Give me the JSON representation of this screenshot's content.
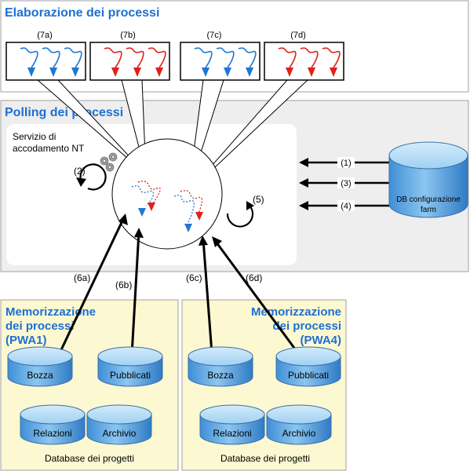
{
  "sections": {
    "elaborazione": {
      "title": "Elaborazione dei processi"
    },
    "polling": {
      "title": "Polling dei processi",
      "service_line1": "Servizio di",
      "service_line2": "accodamento NT"
    },
    "memo_left": {
      "title_line1": "Memorizzazione",
      "title_line2": "dei processi",
      "title_line3": "(PWA1)",
      "footer": "Database dei progetti"
    },
    "memo_right": {
      "title_line1": "Memorizzazione",
      "title_line2": "dei processi",
      "title_line3": "(PWA4)",
      "footer": "Database dei progetti"
    }
  },
  "processors": [
    {
      "label": "(7a)",
      "color": "#1f77d4"
    },
    {
      "label": "(7b)",
      "color": "#e0201b"
    },
    {
      "label": "(7c)",
      "color": "#1f77d4"
    },
    {
      "label": "(7d)",
      "color": "#e0201b"
    }
  ],
  "steps": {
    "s1": "(1)",
    "s2": "(2)",
    "s3": "(3)",
    "s4": "(4)",
    "s5": "(5)",
    "s6a": "(6a)",
    "s6b": "(6b)",
    "s6c": "(6c)",
    "s6d": "(6d)"
  },
  "config_db": {
    "line1": "DB configurazione",
    "line2": "farm"
  },
  "databases": {
    "bozza_left": "Bozza",
    "pubblicati_left": "Pubblicati",
    "relazioni_left": "Relazioni",
    "archivio_left": "Archivio",
    "bozza_right": "Bozza",
    "pubblicati_right": "Pubblicati",
    "relazioni_right": "Relazioni",
    "archivio_right": "Archivio"
  },
  "colors": {
    "title": "#1f6fd1",
    "db_top": "#8fc4ee",
    "db_body": "#5aa3e0",
    "memo_fill": "#fbf8d2",
    "polling_fill": "#eeeeee"
  }
}
